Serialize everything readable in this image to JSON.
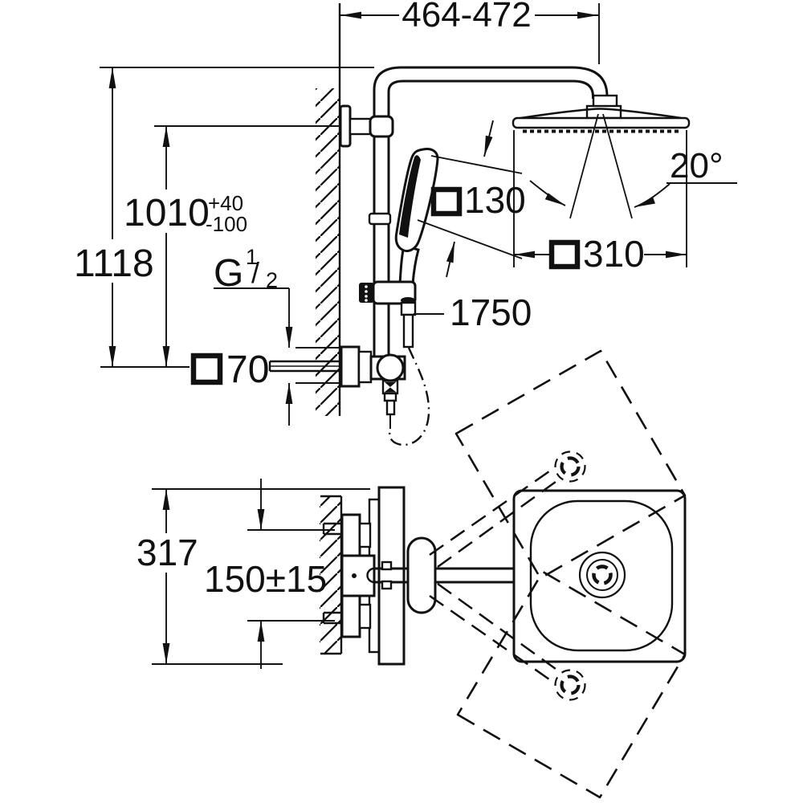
{
  "colors": {
    "line": "#111111",
    "background": "#ffffff"
  },
  "labels": {
    "arm_projection": "464-472",
    "headshower_height": "1010",
    "headshower_height_tol_plus": "+40",
    "headshower_height_tol_minus": "-100",
    "total_height": "1118",
    "thread_letter": "G",
    "thread_numerator": "1",
    "thread_slash": "/",
    "thread_denominator": "2",
    "handshower_size": "130",
    "swivel_angle": "20°",
    "headshower_size": "310",
    "hose_length": "1750",
    "escutcheon_size": "70",
    "plan_height": "317",
    "connection_distance": "150±15"
  }
}
